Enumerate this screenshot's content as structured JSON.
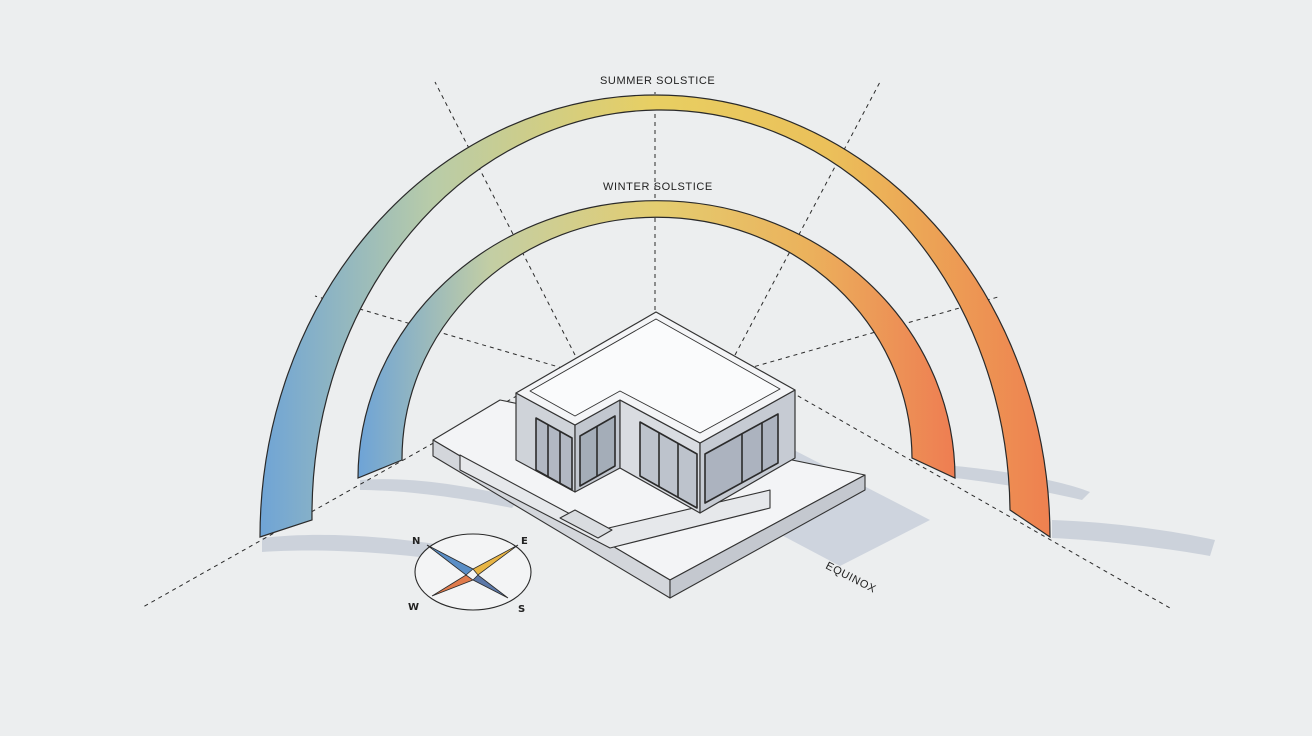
{
  "labels": {
    "summer": "SUMMER SOLSTICE",
    "winter": "WINTER SOLSTICE",
    "equinox": "EQUINOX"
  },
  "compass": {
    "n": "N",
    "e": "E",
    "s": "S",
    "w": "W"
  },
  "colors": {
    "background": "#eceeef",
    "arc_start": "#6fa4d6",
    "arc_mid": "#e8cf62",
    "arc_end": "#ee8050",
    "compass_north": "#5a8ec6",
    "compass_east": "#e8b545",
    "compass_south": "#e07b4c"
  }
}
